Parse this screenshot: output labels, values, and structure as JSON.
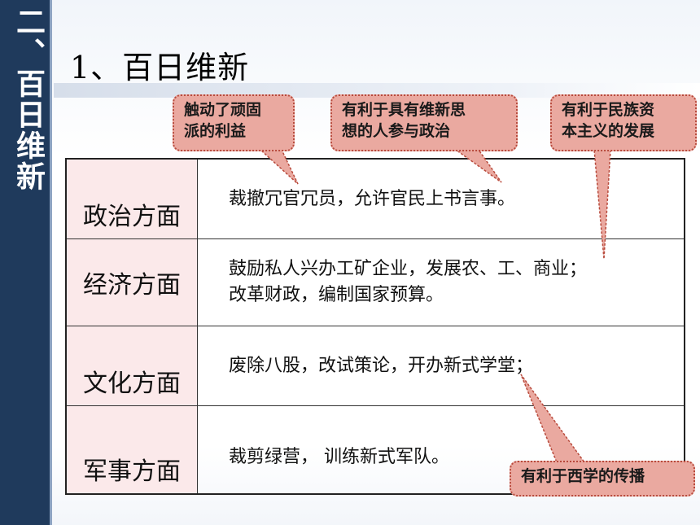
{
  "sidebar": {
    "title": "二、百日维新"
  },
  "page_title": "1、百日维新",
  "table": {
    "rows": [
      {
        "aspect": "政治方面",
        "content": [
          "裁撤冗官冗员，允许官民上书言事。"
        ]
      },
      {
        "aspect": "经济方面",
        "content": [
          "鼓励私人兴办工矿企业，发展农、工、商业；",
          "改革财政，编制国家预算。"
        ]
      },
      {
        "aspect": "文化方面",
        "content": [
          "废除八股，改试策论，开办新式学堂；"
        ]
      },
      {
        "aspect": "军事方面",
        "content": [
          "裁剪绿营，  训练新式军队。"
        ]
      }
    ]
  },
  "callouts": [
    {
      "lines": [
        "触动了顽固",
        "派的利益"
      ]
    },
    {
      "lines": [
        "有利于具有维新思",
        "想的人参与政治"
      ]
    },
    {
      "lines": [
        "有利于民族资",
        "本主义的发展"
      ]
    },
    {
      "lines": [
        "有利于西学的传播"
      ]
    }
  ],
  "colors": {
    "sidebar": "#1f3a5c",
    "callout_fill": "#eaa9a0",
    "callout_border": "#b84a3c",
    "aspect_fill": "#fbe9ea"
  }
}
